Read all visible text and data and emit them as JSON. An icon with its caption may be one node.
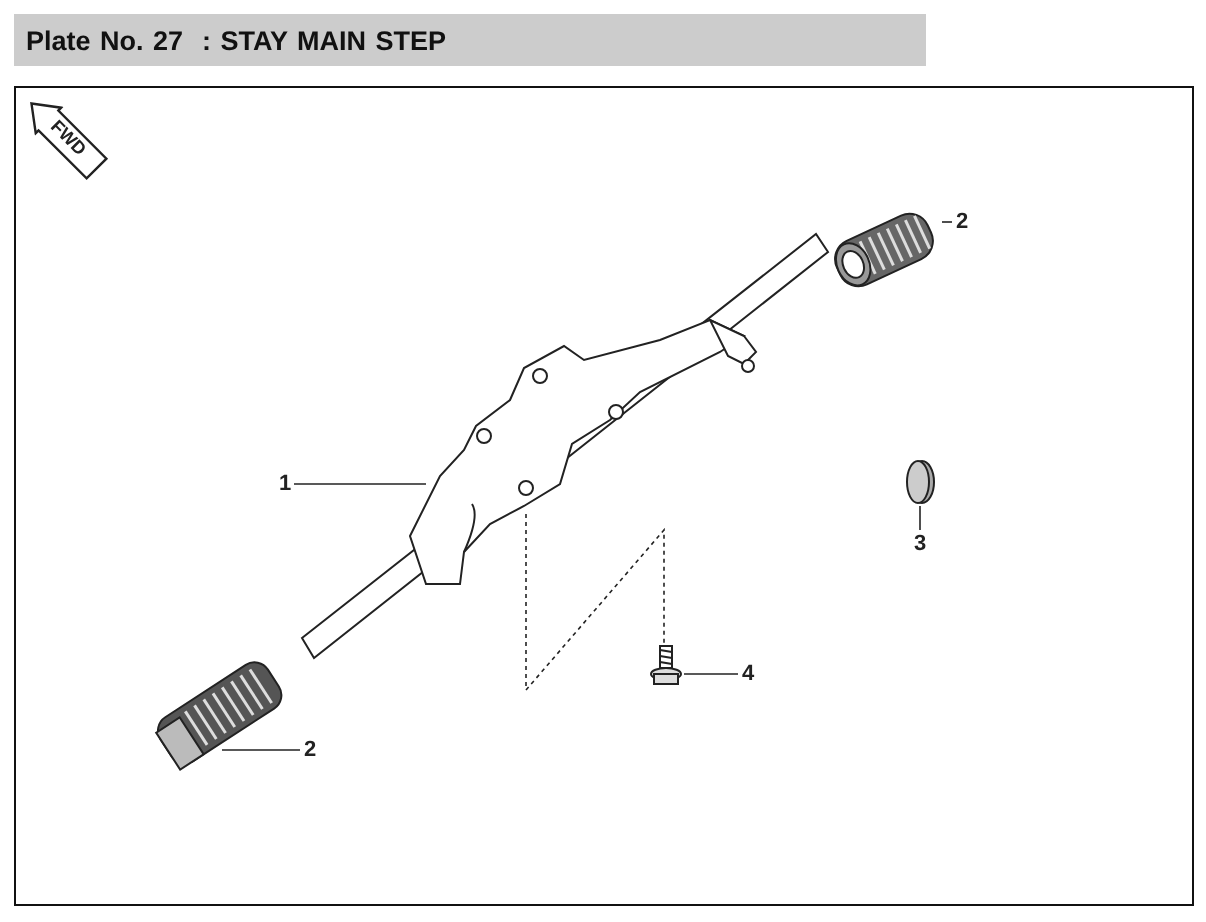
{
  "diagram": {
    "title": "Plate No. 27  : STAY MAIN STEP",
    "nodes": [
      {
        "text": [
          "1"
        ]
      },
      {
        "text": [],
        "shape": "picture"
      },
      {
        "text": [],
        "shape": "picture"
      },
      {
        "text": [
          "2"
        ]
      },
      {
        "text": [],
        "shape": "circle"
      },
      {
        "text": [
          "3"
        ]
      },
      {
        "text": [],
        "shape": "picture"
      },
      {
        "text": [
          "4"
        ]
      },
      {
        "text": [],
        "shape": "picture"
      },
      {
        "text": [
          "2"
        ]
      }
    ],
    "edges": [
      {
        "from": 0,
        "to": 1,
        "arrow": "none"
      },
      {
        "from": 3,
        "to": 2,
        "arrow": "none"
      },
      {
        "from": 5,
        "to": 4,
        "arrow": "none"
      },
      {
        "from": 7,
        "to": 6,
        "arrow": "none"
      },
      {
        "from": 9,
        "to": 8,
        "arrow": "none"
      },
      {
        "from": 1,
        "to": 6,
        "arrow": "none",
        "style": "dashed"
      }
    ],
    "labels": [
      "FWD"
    ]
  }
}
